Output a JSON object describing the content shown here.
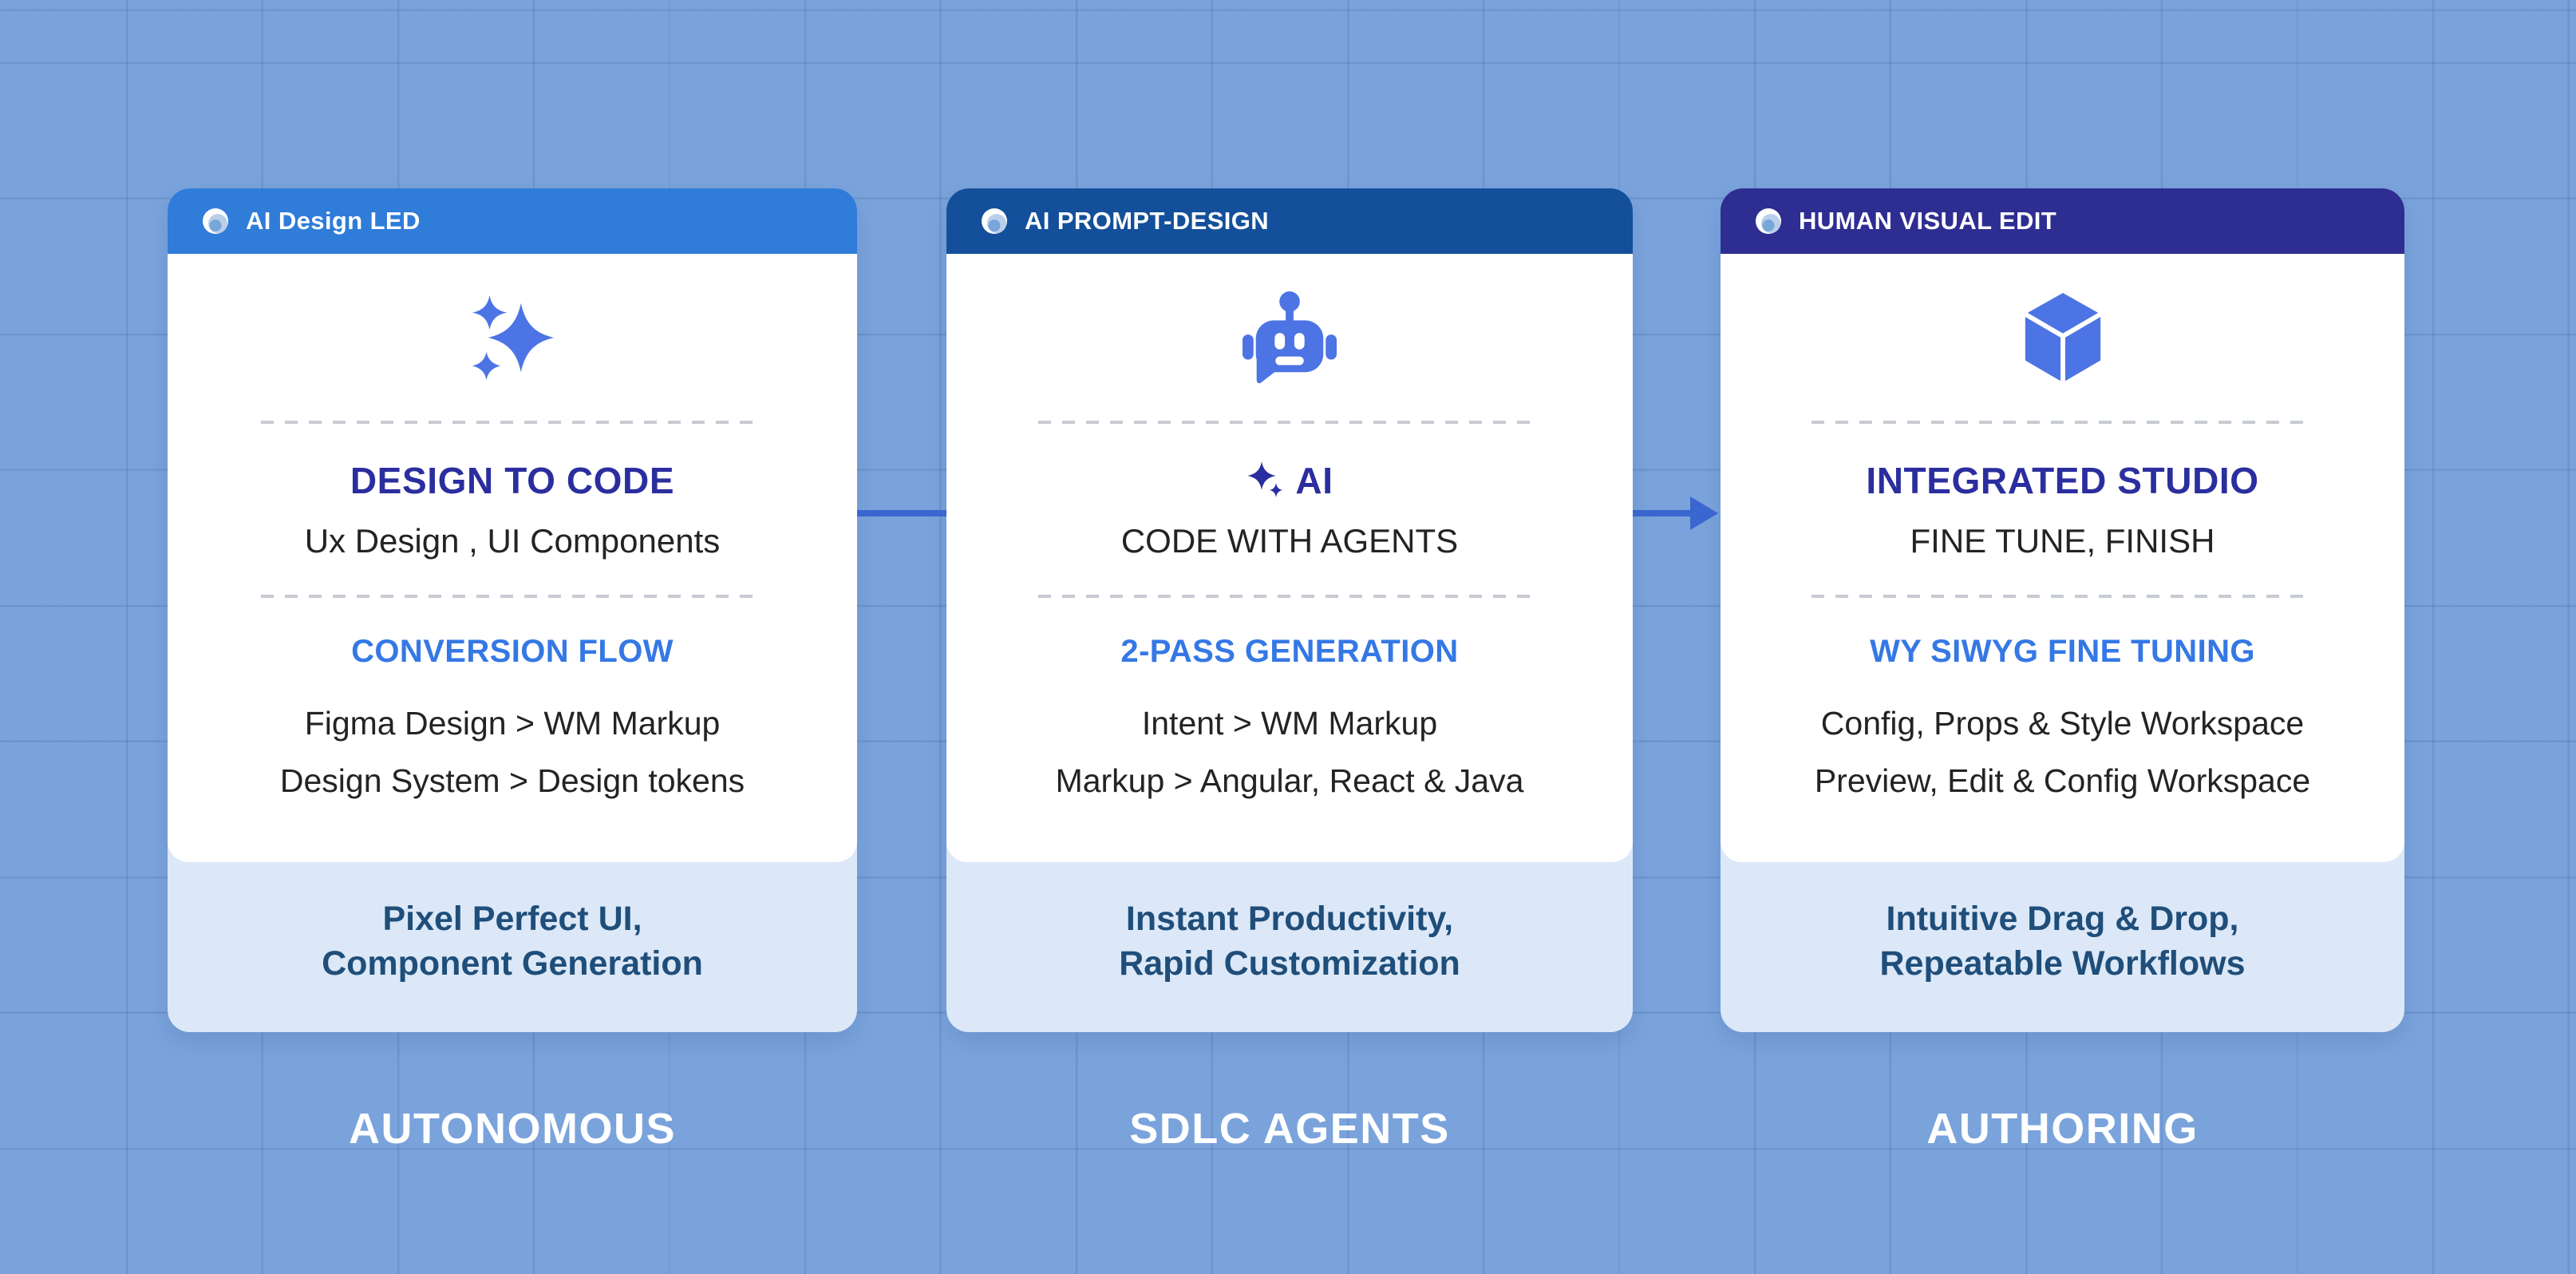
{
  "colors": {
    "background": "#7AA3DC",
    "grid_line": "#6D96CC",
    "card_footer_bg": "#DCE8F7",
    "header_bg_1": "#2F7CD9",
    "header_bg_2": "#134F9B",
    "header_bg_3": "#2E2D92",
    "icon_blue": "#4D74E4",
    "title_navy": "#2B2E9E",
    "section_blue": "#3578E5",
    "body_text": "#232323",
    "footer_text": "#1F4E7A",
    "arrow": "#3A66D0",
    "label_text": "#FFFFFF"
  },
  "cards": [
    {
      "header": {
        "label": "AI Design LED"
      },
      "icon": "sparkles-icon",
      "title": "DESIGN TO CODE",
      "subtitle": "Ux Design , UI Components",
      "section_label": "CONVERSION FLOW",
      "items": [
        "Figma Design > WM Markup",
        "Design System > Design tokens"
      ],
      "footer_lines": [
        "Pixel Perfect UI,",
        "Component Generation"
      ],
      "bottom_label": "AUTONOMOUS"
    },
    {
      "header": {
        "label": "AI PROMPT-DESIGN"
      },
      "icon": "robot-icon",
      "title": "AI",
      "title_sparkle": "sparkle-icon",
      "subtitle": "CODE WITH AGENTS",
      "section_label": "2-PASS GENERATION",
      "items": [
        "Intent > WM Markup",
        "Markup > Angular, React & Java"
      ],
      "footer_lines": [
        "Instant Productivity,",
        "Rapid Customization"
      ],
      "bottom_label": "SDLC AGENTS"
    },
    {
      "header": {
        "label": "HUMAN VISUAL EDIT"
      },
      "icon": "cube-icon",
      "title": "INTEGRATED STUDIO",
      "subtitle": "FINE TUNE, FINISH",
      "section_label": "WY SIWYG FINE TUNING",
      "items": [
        "Config, Props & Style Workspace",
        "Preview, Edit & Config Workspace"
      ],
      "footer_lines": [
        "Intuitive Drag & Drop,",
        "Repeatable Workflows"
      ],
      "bottom_label": "AUTHORING"
    }
  ],
  "connectors": [
    {
      "style": "line"
    },
    {
      "style": "arrow"
    }
  ]
}
